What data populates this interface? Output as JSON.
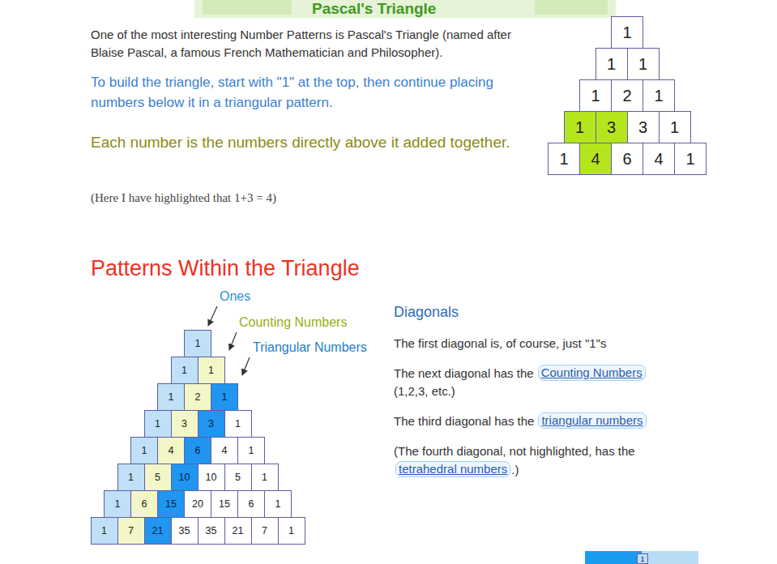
{
  "diagram": {
    "title": "Pascal's Triangle",
    "nodes": [
      {
        "text": [
          "1"
        ]
      },
      {
        "text": [
          "1"
        ]
      },
      {
        "text": [
          "1"
        ]
      },
      {
        "text": [
          "1"
        ]
      },
      {
        "text": [
          "2"
        ]
      },
      {
        "text": [
          "1"
        ]
      },
      {
        "text": [
          "1"
        ]
      },
      {
        "text": [
          "3"
        ]
      },
      {
        "text": [
          "3"
        ]
      },
      {
        "text": [
          "1"
        ]
      },
      {
        "text": [
          "1"
        ]
      },
      {
        "text": [
          "4"
        ]
      },
      {
        "text": [
          "6"
        ]
      },
      {
        "text": [
          "4"
        ]
      },
      {
        "text": [
          "1"
        ]
      },
      {
        "text": [
          "1"
        ]
      },
      {
        "text": [
          "1"
        ]
      },
      {
        "text": [
          "1"
        ]
      },
      {
        "text": [
          "1"
        ]
      },
      {
        "text": [
          "2"
        ]
      },
      {
        "text": [
          "1"
        ]
      },
      {
        "text": [
          "1"
        ]
      },
      {
        "text": [
          "3"
        ]
      },
      {
        "text": [
          "3"
        ]
      },
      {
        "text": [
          "1"
        ]
      },
      {
        "text": [
          "1"
        ]
      },
      {
        "text": [
          "4"
        ]
      },
      {
        "text": [
          "6"
        ]
      },
      {
        "text": [
          "4"
        ]
      },
      {
        "text": [
          "1"
        ]
      },
      {
        "text": [
          "1"
        ]
      },
      {
        "text": [
          "5"
        ]
      },
      {
        "text": [
          "10"
        ]
      },
      {
        "text": [
          "10"
        ]
      },
      {
        "text": [
          "5"
        ]
      },
      {
        "text": [
          "1"
        ]
      },
      {
        "text": [
          "1"
        ]
      },
      {
        "text": [
          "6"
        ]
      },
      {
        "text": [
          "15"
        ]
      },
      {
        "text": [
          "20"
        ]
      },
      {
        "text": [
          "15"
        ]
      },
      {
        "text": [
          "6"
        ]
      },
      {
        "text": [
          "1"
        ]
      },
      {
        "text": [
          "1"
        ]
      },
      {
        "text": [
          "7"
        ]
      },
      {
        "text": [
          "21"
        ]
      },
      {
        "text": [
          "35"
        ]
      },
      {
        "text": [
          "35"
        ]
      },
      {
        "text": [
          "21"
        ]
      },
      {
        "text": [
          "7"
        ]
      },
      {
        "text": [
          "1"
        ]
      },
      {
        "text": [
          "Counting Numbers"
        ]
      },
      {
        "text": [
          "triangular numbers"
        ]
      },
      {
        "text": [
          "tetrahedral numbers"
        ]
      },
      {
        "text": [
          "1"
        ]
      }
    ],
    "edges": [
      {
        "from": 6,
        "to": 11,
        "arrow": "to"
      },
      {
        "from": 7,
        "to": 11,
        "arrow": "to"
      }
    ],
    "labels": [
      "One of the most interesting Number Patterns is Pascal's Triangle (named after Blaise Pascal, a famous French Mathematician and Philosopher).",
      "To build the triangle, start with \"1\" at the top, then continue placing numbers below it in a triangular pattern.",
      "Each number is the numbers directly above it added together.",
      "(Here I have highlighted that 1+3 = 4)",
      "Patterns Within the Triangle",
      "Ones",
      "Counting Numbers",
      "Triangular Numbers",
      "Diagonals",
      "The first diagonal is, of course, just \"1\"s",
      "The next diagonal has the",
      "(1,2,3, etc.)",
      "The third diagonal has the",
      "(The fourth diagonal, not highlighted, has the",
      ".)"
    ]
  }
}
